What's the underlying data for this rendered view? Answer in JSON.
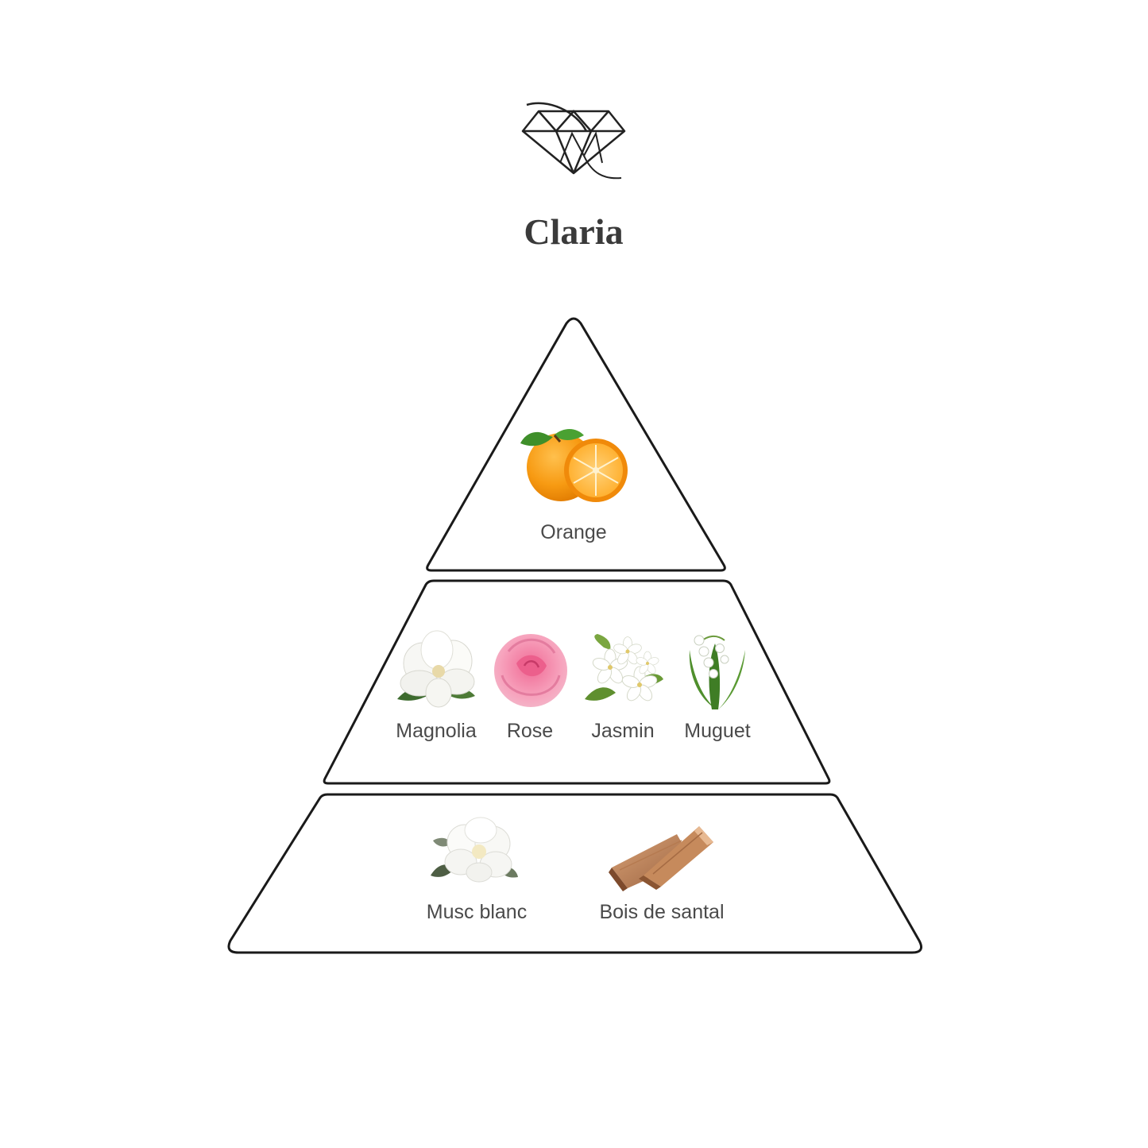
{
  "title": "Claria",
  "colors": {
    "outline": "#1a1a1a",
    "text": "#4a4a4a",
    "title": "#3a3a3a"
  },
  "logo": {
    "icon": "diamond-monogram-icon"
  },
  "pyramid": {
    "top": {
      "notes": [
        {
          "label": "Orange",
          "icon": "orange-icon"
        }
      ]
    },
    "middle": {
      "notes": [
        {
          "label": "Magnolia",
          "icon": "magnolia-icon"
        },
        {
          "label": "Rose",
          "icon": "rose-icon"
        },
        {
          "label": "Jasmin",
          "icon": "jasmine-icon"
        },
        {
          "label": "Muguet",
          "icon": "lily-of-the-valley-icon"
        }
      ]
    },
    "base": {
      "notes": [
        {
          "label": "Musc blanc",
          "icon": "white-musk-flower-icon"
        },
        {
          "label": "Bois de santal",
          "icon": "sandalwood-icon"
        }
      ]
    }
  }
}
